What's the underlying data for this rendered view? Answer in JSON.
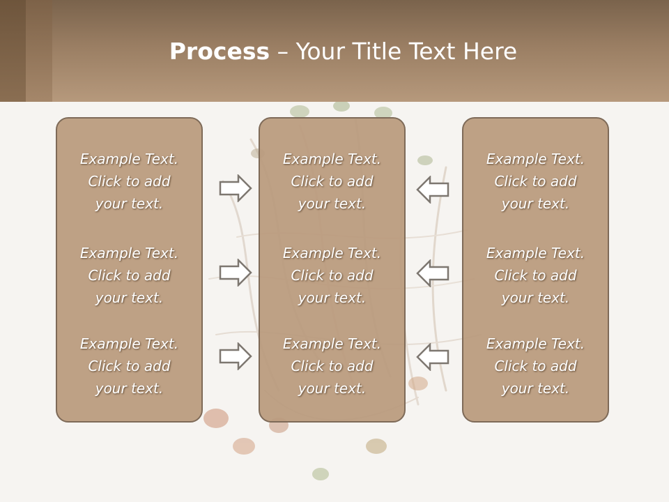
{
  "slide": {
    "title_strong": "Process",
    "title_rest": " – Your Title Text Here"
  },
  "columns": [
    {
      "items": [
        {
          "line1": "Example Text.",
          "line2": "Click  to add",
          "line3": "your text."
        },
        {
          "line1": "Example Text.",
          "line2": "Click  to add",
          "line3": "your text."
        },
        {
          "line1": "Example Text.",
          "line2": "Click  to add",
          "line3": "your text."
        }
      ]
    },
    {
      "items": [
        {
          "line1": "Example Text.",
          "line2": "Click  to add",
          "line3": "your text."
        },
        {
          "line1": "Example Text.",
          "line2": "Click  to add",
          "line3": "your text."
        },
        {
          "line1": "Example Text.",
          "line2": "Click  to add",
          "line3": "your text."
        }
      ]
    },
    {
      "items": [
        {
          "line1": "Example Text.",
          "line2": "Click  to add",
          "line3": "your text."
        },
        {
          "line1": "Example Text.",
          "line2": "Click  to add",
          "line3": "your text."
        },
        {
          "line1": "Example Text.",
          "line2": "Click  to add",
          "line3": "your text."
        }
      ]
    }
  ],
  "arrows": {
    "left_group": "arrow-right-icon",
    "right_group": "arrow-left-icon"
  },
  "colors": {
    "header": "#9a7e63",
    "box_fill": "#b99a7d",
    "box_border": "#7e6a58",
    "text": "#ffffff"
  }
}
